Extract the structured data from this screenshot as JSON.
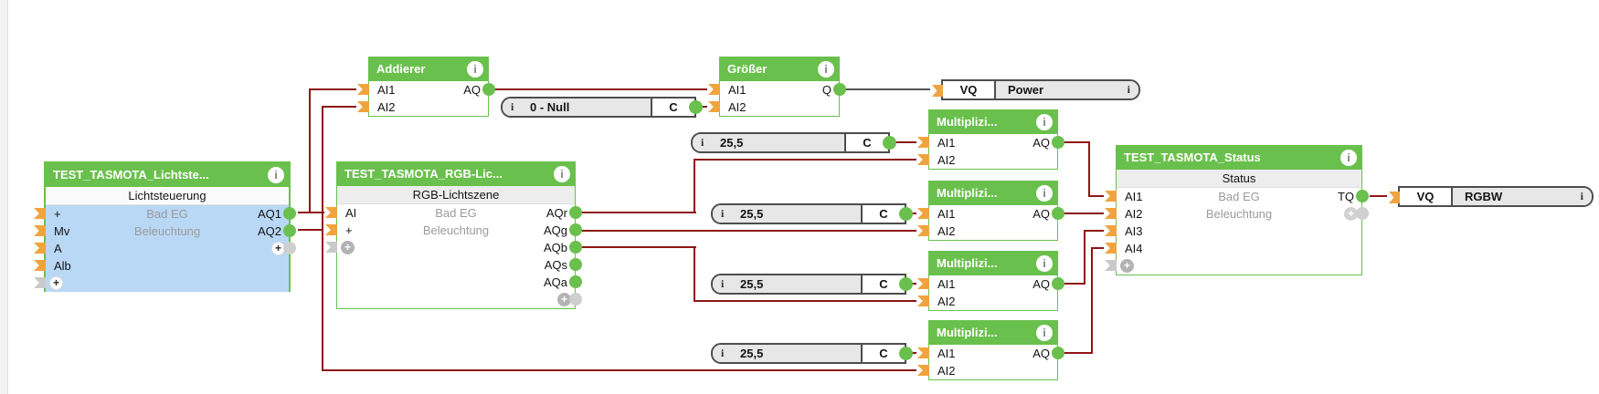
{
  "colors": {
    "header_green": "#6ac04d",
    "selection_blue": "#b9d8f6",
    "wire_analog": "#8e1616",
    "wire_digital": "#565656",
    "connector_orange": "#f0a43e",
    "connector_gray": "#c9c9c9"
  },
  "icons": {
    "info": "i",
    "plus": "+"
  },
  "blocks": {
    "lichtsteuerung": {
      "header": "TEST_TASMOTA_Lichtste...",
      "title": "Lichtsteuerung",
      "desc1": "Bad EG",
      "desc2": "Beleuchtung",
      "in1": "+",
      "in2": "Mv",
      "in3": "A",
      "in4": "Alb",
      "out1": "AQ1",
      "out2": "AQ2"
    },
    "addierer": {
      "header": "Addierer",
      "in1": "AI1",
      "in2": "AI2",
      "out1": "AQ"
    },
    "groesser": {
      "header": "Größer",
      "in1": "AI1",
      "in2": "AI2",
      "out1": "Q"
    },
    "rgb": {
      "header": "TEST_TASMOTA_RGB-Lic...",
      "title": "RGB-Lichtszene",
      "desc1": "Bad EG",
      "desc2": "Beleuchtung",
      "in1": "AI",
      "in2": "+",
      "out1": "AQr",
      "out2": "AQg",
      "out3": "AQb",
      "out4": "AQs",
      "out5": "AQa"
    },
    "multiplizierer": {
      "header": "Multiplizi...",
      "in1": "AI1",
      "in2": "AI2",
      "out1": "AQ"
    },
    "status": {
      "header": "TEST_TASMOTA_Status",
      "title": "Status",
      "desc1": "Bad EG",
      "desc2": "Beleuchtung",
      "in1": "AI1",
      "in2": "AI2",
      "in3": "AI3",
      "in4": "AI4",
      "out1": "TQ"
    }
  },
  "constants": {
    "zero": {
      "value": "0 - Null",
      "tag": "C"
    },
    "factor1": {
      "value": "25,5",
      "tag": "C"
    },
    "factor2": {
      "value": "25,5",
      "tag": "C"
    },
    "factor3": {
      "value": "25,5",
      "tag": "C"
    },
    "factor4": {
      "value": "25,5",
      "tag": "C"
    }
  },
  "io": {
    "power": {
      "port": "VQ",
      "label": "Power"
    },
    "rgbw": {
      "port": "VQ",
      "label": "RGBW"
    }
  }
}
